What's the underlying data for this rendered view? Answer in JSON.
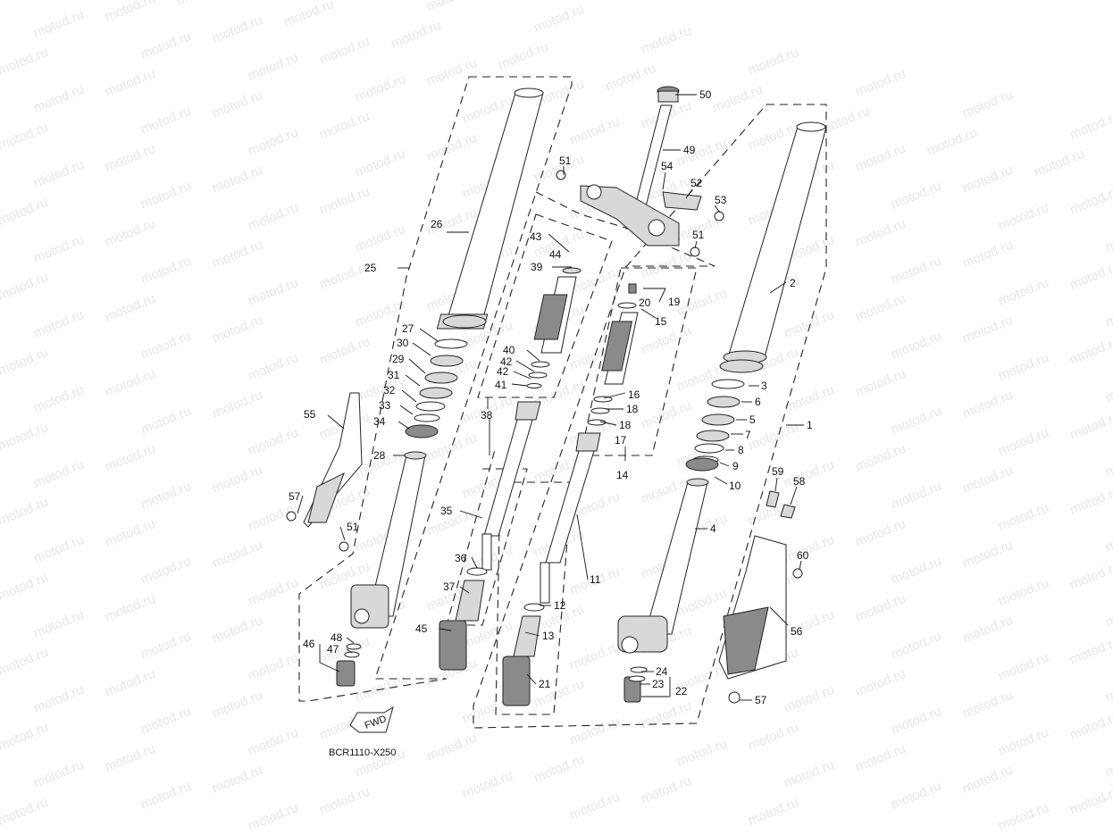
{
  "watermark": "motod.ru",
  "diagram_code": "BCR1110-X250",
  "fwd_label": "FWD",
  "callouts": [
    {
      "id": "50",
      "label": "50"
    },
    {
      "id": "49",
      "label": "49"
    },
    {
      "id": "51a",
      "label": "51"
    },
    {
      "id": "54",
      "label": "54"
    },
    {
      "id": "52",
      "label": "52"
    },
    {
      "id": "53",
      "label": "53"
    },
    {
      "id": "51b",
      "label": "51"
    },
    {
      "id": "43",
      "label": "43"
    },
    {
      "id": "44",
      "label": "44"
    },
    {
      "id": "39",
      "label": "39"
    },
    {
      "id": "40",
      "label": "40"
    },
    {
      "id": "42a",
      "label": "42"
    },
    {
      "id": "42b",
      "label": "42"
    },
    {
      "id": "41",
      "label": "41"
    },
    {
      "id": "38",
      "label": "38"
    },
    {
      "id": "19",
      "label": "19"
    },
    {
      "id": "20",
      "label": "20"
    },
    {
      "id": "15",
      "label": "15"
    },
    {
      "id": "16",
      "label": "16"
    },
    {
      "id": "18a",
      "label": "18"
    },
    {
      "id": "18b",
      "label": "18"
    },
    {
      "id": "17",
      "label": "17"
    },
    {
      "id": "14",
      "label": "14"
    },
    {
      "id": "26",
      "label": "26"
    },
    {
      "id": "25",
      "label": "25"
    },
    {
      "id": "27",
      "label": "27"
    },
    {
      "id": "30",
      "label": "30"
    },
    {
      "id": "29",
      "label": "29"
    },
    {
      "id": "31",
      "label": "31"
    },
    {
      "id": "32",
      "label": "32"
    },
    {
      "id": "33",
      "label": "33"
    },
    {
      "id": "34",
      "label": "34"
    },
    {
      "id": "28",
      "label": "28"
    },
    {
      "id": "55",
      "label": "55"
    },
    {
      "id": "57a",
      "label": "57"
    },
    {
      "id": "51c",
      "label": "51"
    },
    {
      "id": "35",
      "label": "35"
    },
    {
      "id": "36",
      "label": "36"
    },
    {
      "id": "37",
      "label": "37"
    },
    {
      "id": "45",
      "label": "45"
    },
    {
      "id": "48",
      "label": "48"
    },
    {
      "id": "47",
      "label": "47"
    },
    {
      "id": "46",
      "label": "46"
    },
    {
      "id": "11",
      "label": "11"
    },
    {
      "id": "12",
      "label": "12"
    },
    {
      "id": "13",
      "label": "13"
    },
    {
      "id": "21",
      "label": "21"
    },
    {
      "id": "2",
      "label": "2"
    },
    {
      "id": "3",
      "label": "3"
    },
    {
      "id": "6",
      "label": "6"
    },
    {
      "id": "5",
      "label": "5"
    },
    {
      "id": "7",
      "label": "7"
    },
    {
      "id": "8",
      "label": "8"
    },
    {
      "id": "9",
      "label": "9"
    },
    {
      "id": "10",
      "label": "10"
    },
    {
      "id": "1",
      "label": "1"
    },
    {
      "id": "4",
      "label": "4"
    },
    {
      "id": "59",
      "label": "59"
    },
    {
      "id": "58",
      "label": "58"
    },
    {
      "id": "60",
      "label": "60"
    },
    {
      "id": "56",
      "label": "56"
    },
    {
      "id": "24",
      "label": "24"
    },
    {
      "id": "23",
      "label": "23"
    },
    {
      "id": "22",
      "label": "22"
    },
    {
      "id": "57b",
      "label": "57"
    }
  ]
}
